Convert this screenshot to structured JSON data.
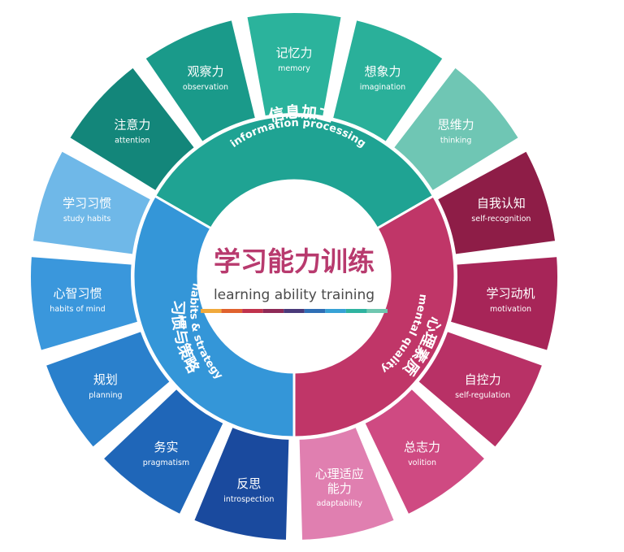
{
  "center": {
    "title_cn": "学习能力训练",
    "title_en": "learning ability training",
    "bar_colors": [
      "#f0a93c",
      "#e0622e",
      "#c0334d",
      "#8e2a57",
      "#4a3a7a",
      "#2f6fb5",
      "#37a2d6",
      "#2fb3a0",
      "#6fc7b0"
    ]
  },
  "sections": [
    {
      "key": "info",
      "cn": "信息加工",
      "en": "information processing",
      "color": "#1fa393"
    },
    {
      "key": "mental",
      "cn": "心理素质",
      "en": "mental quality",
      "color": "#c03668"
    },
    {
      "key": "habits",
      "cn": "习惯与策略",
      "en": "habits & strategy",
      "color": "#3496d8"
    }
  ],
  "petals": [
    {
      "cn": "记忆力",
      "en": "memory",
      "color": "#2bb39c"
    },
    {
      "cn": "想象力",
      "en": "imagination",
      "color": "#2ab09a"
    },
    {
      "cn": "思维力",
      "en": "thinking",
      "color": "#6fc6b4"
    },
    {
      "cn": "自我认知",
      "en": "self-recognition",
      "color": "#8e1d47"
    },
    {
      "cn": "学习动机",
      "en": "motivation",
      "color": "#a72558"
    },
    {
      "cn": "自控力",
      "en": "self-regulation",
      "color": "#b83166"
    },
    {
      "cn": "总志力",
      "en": "volition",
      "color": "#cf4a82"
    },
    {
      "cn": "心理适应",
      "cn2": "能力",
      "en": "adaptability",
      "color": "#e07fb0"
    },
    {
      "cn": "反思",
      "en": "introspection",
      "color": "#1a4a9e"
    },
    {
      "cn": "务实",
      "en": "pragmatism",
      "color": "#1f66b8"
    },
    {
      "cn": "规划",
      "en": "planning",
      "color": "#2a80cc"
    },
    {
      "cn": "心智习惯",
      "en": "habits of mind",
      "color": "#3a97dc"
    },
    {
      "cn": "学习习惯",
      "en": "study habits",
      "color": "#6fb8e8"
    },
    {
      "cn": "注意力",
      "en": "attention",
      "color": "#13867a"
    },
    {
      "cn": "观察力",
      "en": "observation",
      "color": "#1a9a8a"
    }
  ]
}
